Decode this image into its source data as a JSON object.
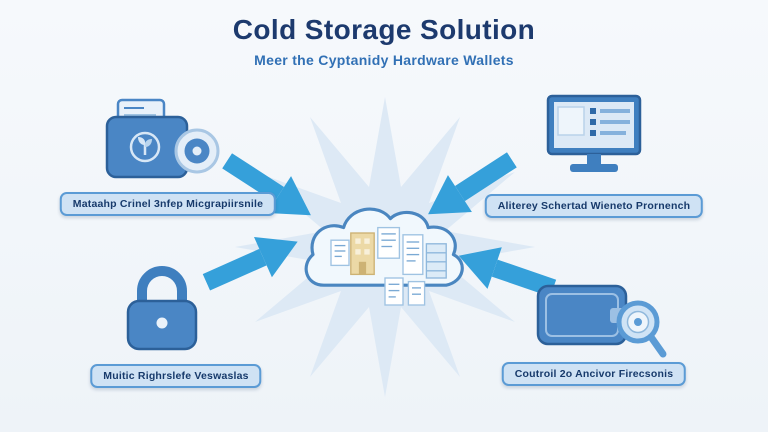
{
  "header": {
    "title": "Cold Storage Solution",
    "subtitle": "Meer the Cyptanidy Hardware Wallets"
  },
  "nodes": {
    "top_left": {
      "label": "Mataahp Crinel 3nfep Micgrapiirsnile",
      "icon": "wallet-card-icon"
    },
    "top_right": {
      "label": "Aliterey Schertad Wieneto Prornench",
      "icon": "monitor-list-icon"
    },
    "bottom_left": {
      "label": "Muitic Righrslefe Veswaslas",
      "icon": "padlock-icon"
    },
    "bottom_right": {
      "label": "Coutroil 2o Ancivor Firecsonis",
      "icon": "wallet-magnifier-icon"
    }
  },
  "center": {
    "icon": "cloud-documents-icon",
    "background_shape": "starburst-shape"
  },
  "arrows": [
    "arrow-top-left",
    "arrow-mid-left",
    "arrow-top-right",
    "arrow-mid-right"
  ],
  "colors": {
    "background": "#f4f7fa",
    "title": "#1d3a6e",
    "subtitle": "#3170b5",
    "arrow": "#35a0da",
    "icon_primary": "#4a86c5",
    "icon_dark": "#2c6099",
    "label_bg": "#cfe2f4",
    "label_border": "#5b9bd5",
    "label_text": "#173a6b",
    "starburst": "#dde9f5",
    "cloud_stroke": "#4a86c0",
    "cloud_fill": "#f1f8fd"
  }
}
